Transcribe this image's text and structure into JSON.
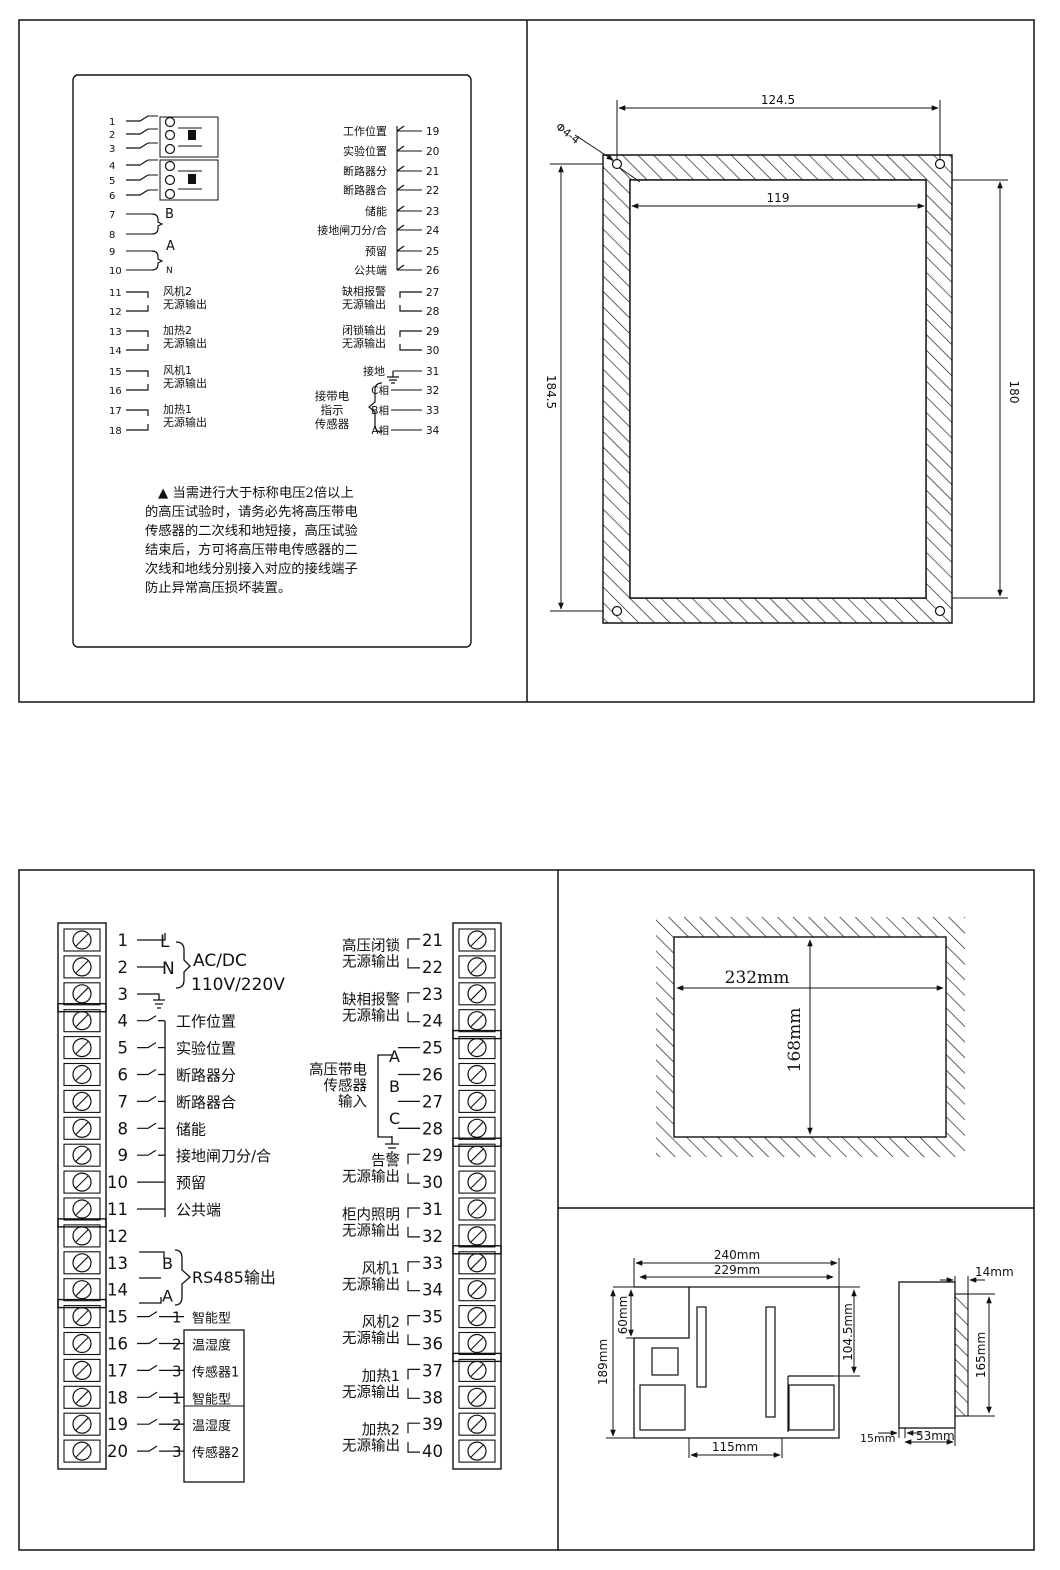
{
  "panel1": {
    "left_terminals": [
      {
        "num": "1",
        "label": ""
      },
      {
        "num": "2",
        "label": ""
      },
      {
        "num": "3",
        "label": ""
      },
      {
        "num": "4",
        "label": ""
      },
      {
        "num": "5",
        "label": ""
      },
      {
        "num": "6",
        "label": ""
      },
      {
        "num": "7",
        "label": "B"
      },
      {
        "num": "8",
        "label": ""
      },
      {
        "num": "9",
        "label": "A"
      },
      {
        "num": "10",
        "label": "N"
      },
      {
        "num": "11",
        "label": "风机2"
      },
      {
        "num": "12",
        "label": "无源输出"
      },
      {
        "num": "13",
        "label": "加热2"
      },
      {
        "num": "14",
        "label": "无源输出"
      },
      {
        "num": "15",
        "label": "风机1"
      },
      {
        "num": "16",
        "label": "无源输出"
      },
      {
        "num": "17",
        "label": "加热1"
      },
      {
        "num": "18",
        "label": "无源输出"
      }
    ],
    "right_terminals": [
      {
        "num": "19",
        "label": "工作位置"
      },
      {
        "num": "20",
        "label": "实验位置"
      },
      {
        "num": "21",
        "label": "断路器分"
      },
      {
        "num": "22",
        "label": "断路器合"
      },
      {
        "num": "23",
        "label": "储能"
      },
      {
        "num": "24",
        "label": "接地闸刀分/合"
      },
      {
        "num": "25",
        "label": "预留"
      },
      {
        "num": "26",
        "label": "公共端"
      },
      {
        "num": "27",
        "label": "缺相报警"
      },
      {
        "num": "28",
        "label": "无源输出"
      },
      {
        "num": "29",
        "label": "闭锁输出"
      },
      {
        "num": "30",
        "label": "无源输出"
      },
      {
        "num": "31",
        "label": "接地"
      },
      {
        "num": "32",
        "label": "C相"
      },
      {
        "num": "33",
        "label": "B相"
      },
      {
        "num": "34",
        "label": "A相"
      }
    ],
    "sensor_group_label": [
      "接带电",
      "指示",
      "传感器"
    ],
    "warning_lines": [
      "▲  当需进行大于标称电压2倍以上",
      "的高压试验时，请务必先将高压带电",
      "传感器的二次线和地短接，高压试验",
      "结束后，方可将高压带电传感器的二",
      "次线和地线分别接入对应的接线端子",
      "防止异常高压损坏装置。"
    ]
  },
  "panel2": {
    "hole_label": "Φ4-4",
    "dim_outer_width": "124.5",
    "dim_inner_width": "119",
    "dim_outer_height": "184.5",
    "dim_inner_height": "180"
  },
  "panel3": {
    "left_terminals": [
      {
        "num": "1",
        "label": ""
      },
      {
        "num": "2",
        "label": ""
      },
      {
        "num": "3",
        "label": ""
      },
      {
        "num": "4",
        "label": "工作位置"
      },
      {
        "num": "5",
        "label": "实验位置"
      },
      {
        "num": "6",
        "label": "断路器分"
      },
      {
        "num": "7",
        "label": "断路器合"
      },
      {
        "num": "8",
        "label": "储能"
      },
      {
        "num": "9",
        "label": "接地闸刀分/合"
      },
      {
        "num": "10",
        "label": "预留"
      },
      {
        "num": "11",
        "label": "公共端"
      },
      {
        "num": "12",
        "label": ""
      },
      {
        "num": "13",
        "label": "B"
      },
      {
        "num": "14",
        "label": "A"
      },
      {
        "num": "15",
        "label": ""
      },
      {
        "num": "16",
        "label": ""
      },
      {
        "num": "17",
        "label": ""
      },
      {
        "num": "18",
        "label": ""
      },
      {
        "num": "19",
        "label": ""
      },
      {
        "num": "20",
        "label": ""
      }
    ],
    "power_labels": {
      "l": "L",
      "n": "N",
      "text1": "AC/DC",
      "text2": "110V/220V"
    },
    "rs485_label": "RS485输出",
    "sensor_sub_nums": [
      "1",
      "2",
      "3",
      "1",
      "2",
      "3"
    ],
    "sensor_box_labels": [
      "智能型",
      "温湿度",
      "传感器1",
      "智能型",
      "温湿度",
      "传感器2"
    ],
    "right_terminals": [
      {
        "num": "21"
      },
      {
        "num": "22"
      },
      {
        "num": "23"
      },
      {
        "num": "24"
      },
      {
        "num": "25"
      },
      {
        "num": "26"
      },
      {
        "num": "27"
      },
      {
        "num": "28"
      },
      {
        "num": "29"
      },
      {
        "num": "30"
      },
      {
        "num": "31"
      },
      {
        "num": "32"
      },
      {
        "num": "33"
      },
      {
        "num": "34"
      },
      {
        "num": "35"
      },
      {
        "num": "36"
      },
      {
        "num": "37"
      },
      {
        "num": "38"
      },
      {
        "num": "39"
      },
      {
        "num": "40"
      }
    ],
    "right_groups": [
      {
        "lines": [
          "高压闭锁",
          "无源输出"
        ]
      },
      {
        "lines": [
          "缺相报警",
          "无源输出"
        ]
      },
      {
        "lines": [
          "高压带电",
          "传感器",
          "输入"
        ]
      },
      {
        "lines": [
          "告警",
          "无源输出"
        ]
      },
      {
        "lines": [
          "柜内照明",
          "无源输出"
        ]
      },
      {
        "lines": [
          "风机1",
          "无源输出"
        ]
      },
      {
        "lines": [
          "风机2",
          "无源输出"
        ]
      },
      {
        "lines": [
          "加热1",
          "无源输出"
        ]
      },
      {
        "lines": [
          "加热2",
          "无源输出"
        ]
      }
    ],
    "phase_labels": {
      "a": "A",
      "b": "B",
      "c": "C"
    }
  },
  "panel4": {
    "dim_width": "232mm",
    "dim_height": "168mm"
  },
  "panel5": {
    "dim_240": "240mm",
    "dim_229": "229mm",
    "dim_60": "60mm",
    "dim_189": "189mm",
    "dim_104_5": "104.5mm",
    "dim_115": "115mm",
    "dim_14": "14mm",
    "dim_165": "165mm",
    "dim_15": "15mm",
    "dim_53": "53mm"
  }
}
